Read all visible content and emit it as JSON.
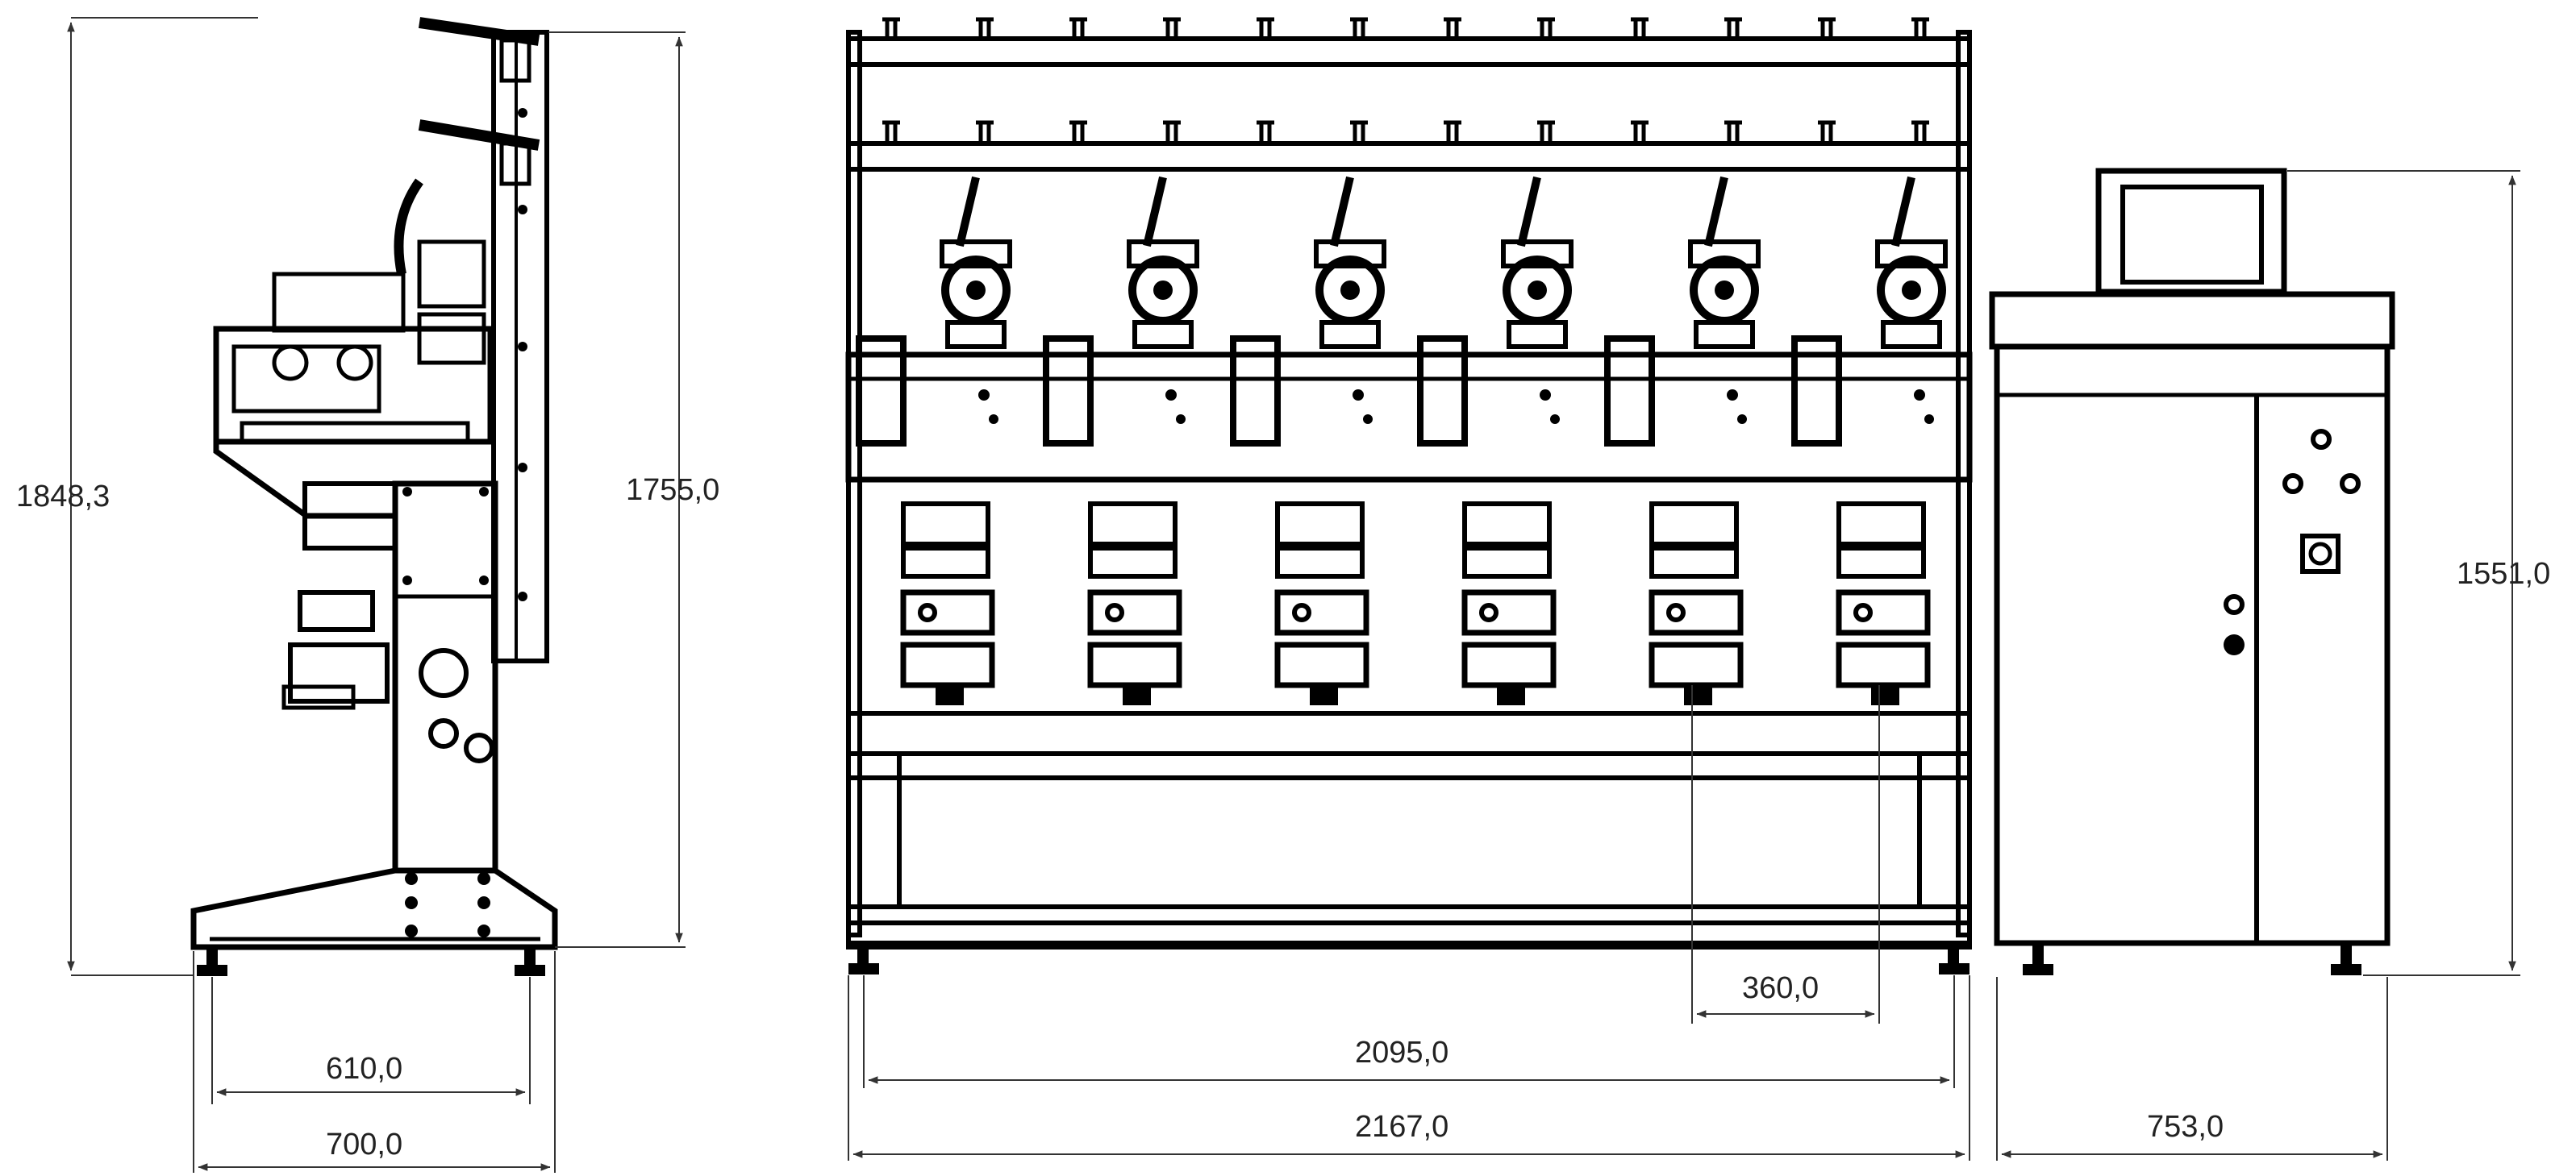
{
  "colors": {
    "line": "#000000",
    "dimension": "#333333",
    "text": "#222222",
    "background": "#ffffff"
  },
  "views": {
    "side": {
      "total_height": "1848,3",
      "frame_height": "1755,0",
      "foot_spacing": "610,0",
      "base_width": "700,0"
    },
    "front": {
      "spindle_pitch": "360,0",
      "foot_spacing": "2095,0",
      "overall_length": "2167,0"
    },
    "cabinet": {
      "height": "1551,0",
      "width": "753,0"
    }
  }
}
